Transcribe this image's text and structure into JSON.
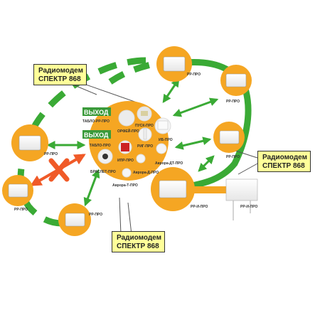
{
  "colors": {
    "ring": "#3aaa35",
    "node": "#f5a623",
    "arrow": "#3aaa35",
    "blocked": "#f05a28",
    "callout_bg": "#ffff99",
    "exit_bg": "#3a9a3a"
  },
  "callouts": {
    "top_left": [
      "Радиомодем",
      "СПЕКТР 868"
    ],
    "right": [
      "Радиомодем",
      "СПЕКТР 868"
    ],
    "bottom": [
      "Радиомодем",
      "СПЕКТР 868"
    ]
  },
  "signs": {
    "exit_top": "ВЫХОД",
    "exit_bottom": "ВЫХОД"
  },
  "labels": {
    "tablo_rr_pro": "ТАБЛО-РР-ПРО",
    "tablo_pro": "ТАБЛО-ПРО",
    "orfey_pro": "ОРФЕЙ-ПРО",
    "pusk_pro": "ПУСК-ПРО",
    "ib_pro": "ИБ-ПРО",
    "rig_pro": "РИГ-ПРО",
    "ipr_pro": "ИПР-ПРО",
    "braslet_pro": "БРАСЛЕТ-ПРО",
    "avrora_dt_pro": "Аврора-ДТ-ПРО",
    "avrora_d_pro": "Аврора-Д-ПРО",
    "avrora_t_pro": "Аврора-Т-ПРО",
    "rr_pro_top": "РР-ПРО",
    "rr_pro_top_right": "РР-ПРО",
    "rr_pro_right": "РР-ПРО",
    "rr_pro_left": "РР-ПРО",
    "rr_pro_bottom_left": "РР-ПРО",
    "rr_pro_bottom": "РР-ПРО",
    "rr_i_pro_big": "РР-И-ПРО",
    "rr_i_pro_module": "РР-И-ПРО"
  }
}
